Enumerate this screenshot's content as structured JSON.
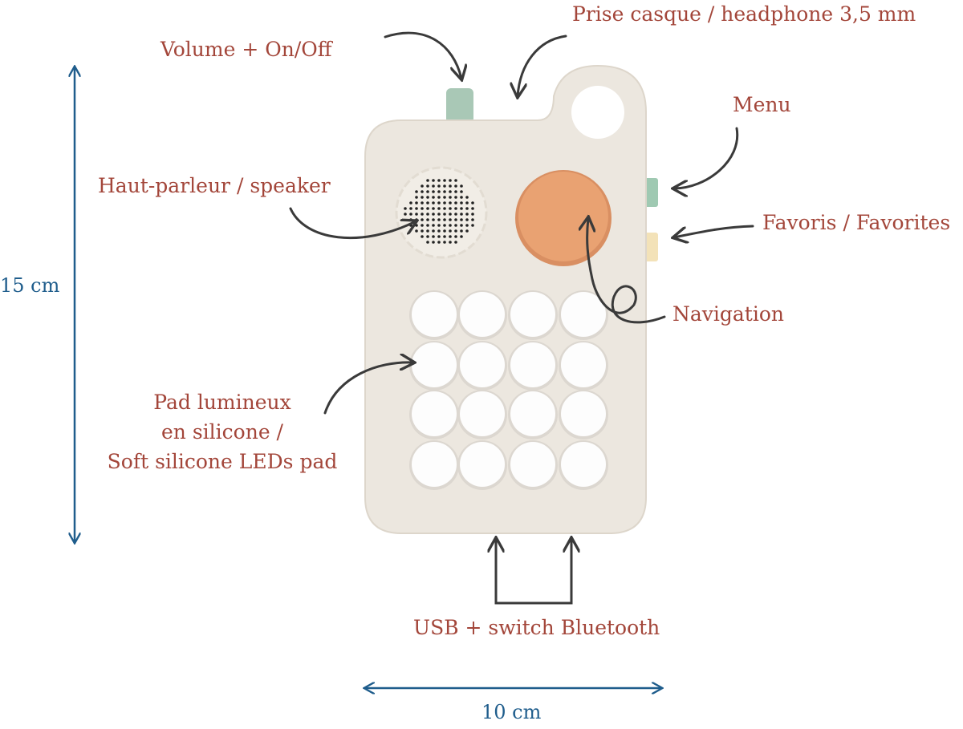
{
  "labels": {
    "volume": "Volume + On/Off",
    "headphone": "Prise casque / headphone 3,5 mm",
    "menu": "Menu",
    "speaker": "Haut-parleur / speaker",
    "favorites": "Favoris / Favorites",
    "navigation": "Navigation",
    "pad_line1": "Pad lumineux",
    "pad_line2": "en silicone /",
    "pad_line3": "Soft silicone LEDs pad",
    "usb": "USB + switch Bluetooth"
  },
  "dimensions": {
    "height": "15 cm",
    "width": "10 cm"
  },
  "colors": {
    "label": "#a3463a",
    "dimension": "#1f5d8c",
    "body": "#ece7df",
    "nav_button": "#e9a272",
    "knob": "#a9c8b6",
    "menu_button": "#9fc9b2",
    "favorites_button": "#f3e2b8"
  }
}
